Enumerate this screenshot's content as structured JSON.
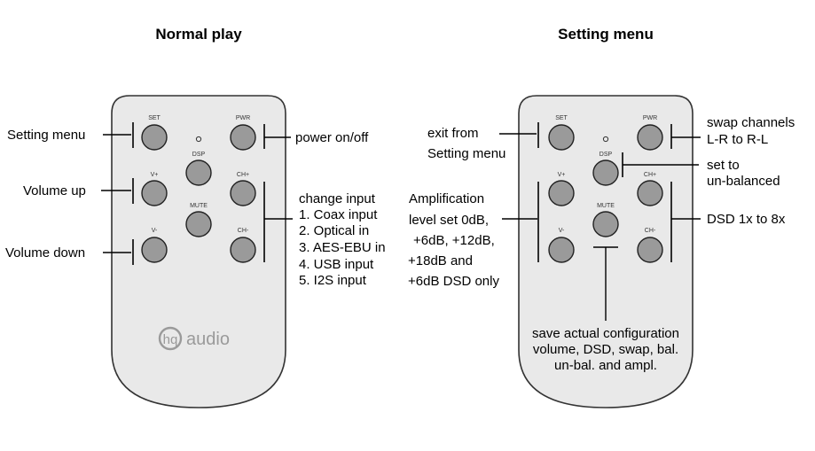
{
  "titles": {
    "left": "Normal play",
    "right": "Setting menu"
  },
  "buttons": {
    "set": "SET",
    "pwr": "PWR",
    "dsp": "DSP",
    "ch_plus": "CH+",
    "v_plus": "V+",
    "mute": "MUTE",
    "v_minus": "V-",
    "ch_minus": "CH-"
  },
  "logo": {
    "text": "audio"
  },
  "left_callouts": {
    "setting_menu": "Setting menu",
    "volume_up": "Volume up",
    "volume_down": "Volume down",
    "power": "power on/off",
    "change_input": {
      "title": "change input",
      "items": [
        "1. Coax input",
        "2. Optical in",
        "3. AES-EBU in",
        "4. USB input",
        "5. I2S input"
      ]
    }
  },
  "right_callouts": {
    "exit": [
      "exit from",
      "Setting menu"
    ],
    "amplification": [
      "Amplification",
      "level set 0dB,",
      "+6dB, +12dB,",
      "+18dB and",
      "+6dB DSD only"
    ],
    "swap": [
      "swap channels",
      "L-R to R-L"
    ],
    "unbalanced": [
      "set to",
      "un-balanced"
    ],
    "dsd": "DSD 1x to 8x",
    "save": [
      "save actual configuration",
      "volume, DSD, swap, bal.",
      "un-bal. and ampl."
    ]
  }
}
